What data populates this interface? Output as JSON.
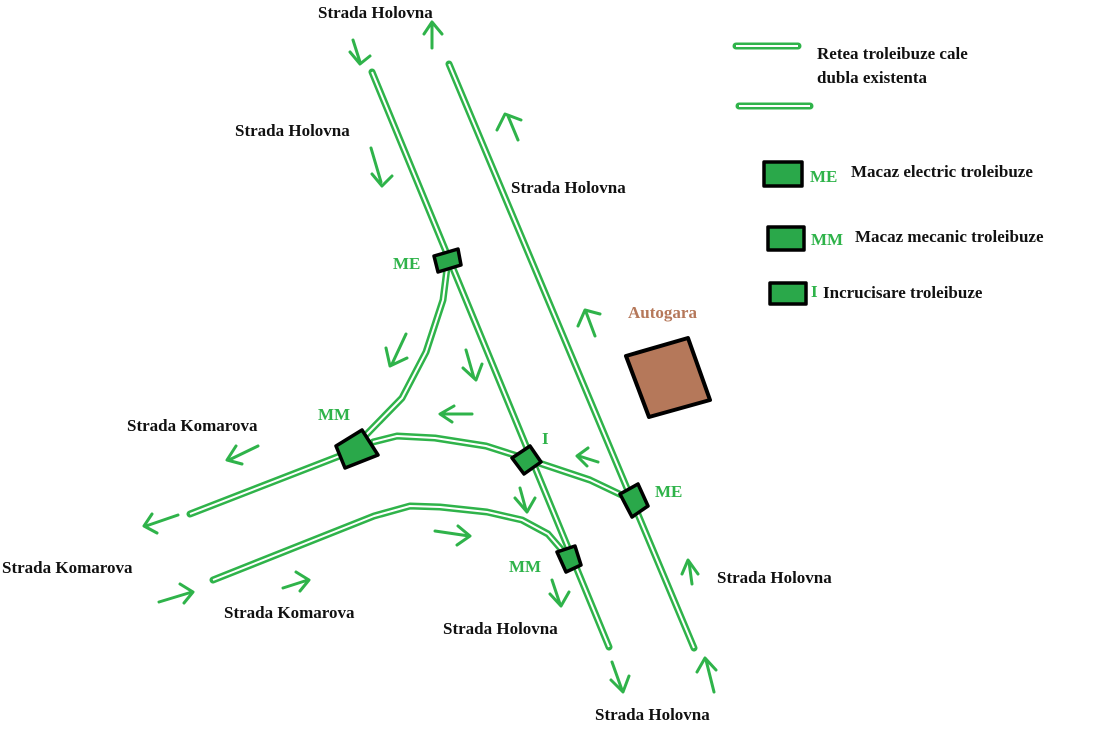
{
  "colors": {
    "track": "#2fb34a",
    "node_fill": "#2aa84a",
    "node_stroke": "#000000",
    "code_text": "#2fb34a",
    "bus_station": "#b5785a",
    "bus_label": "#b5785a"
  },
  "street_labels": {
    "holovna_top": "Strada Holovna",
    "holovna_upper_left": "Strada Holovna",
    "holovna_upper_right": "Strada Holovna",
    "holovna_mid_right": "Strada Holovna",
    "holovna_bottom_mid": "Strada Holovna",
    "holovna_bottom": "Strada Holovna",
    "komarova_upper": "Strada Komarova",
    "komarova_left": "Strada Komarova",
    "komarova_lower": "Strada Komarova"
  },
  "junction_codes": {
    "me_top": "ME",
    "mm_left": "MM",
    "i_cross": "I",
    "me_right": "ME",
    "mm_bottom": "MM"
  },
  "bus_station": {
    "label": "Autogara"
  },
  "legend": {
    "network_line1": "Retea troleibuze cale",
    "network_line2": "dubla existenta",
    "electric_code": "ME",
    "electric_text": "Macaz electric troleibuze",
    "mechanical_code": "MM",
    "mechanical_text": "Macaz mecanic troleibuze",
    "crossing_code": "I",
    "crossing_text": "Incrucisare troleibuze"
  }
}
